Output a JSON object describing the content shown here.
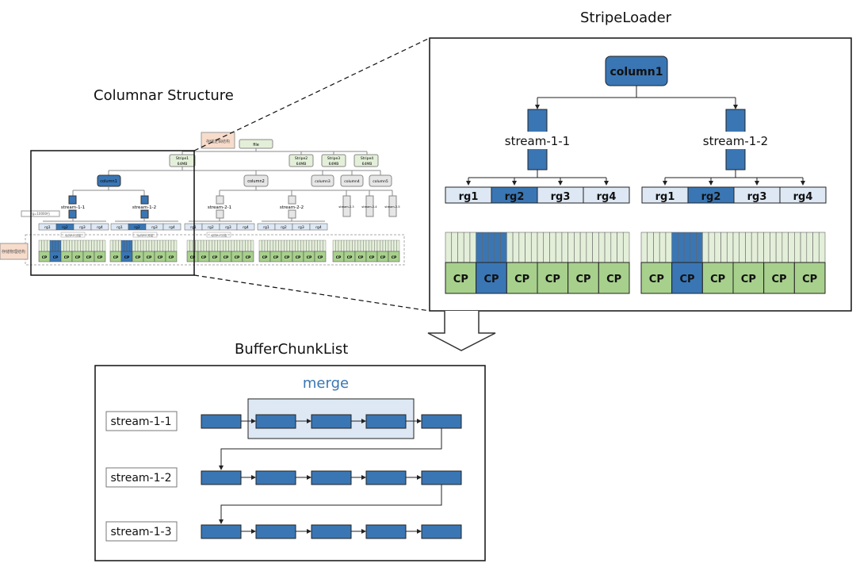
{
  "titles": {
    "columnar": "Columnar Structure",
    "loader": "StripeLoader",
    "buffer": "BufferChunkList"
  },
  "colors": {
    "blue": "#3a76b4",
    "light_blue": "#dde8f4",
    "green": "#a8d08d",
    "light_green": "#e4efd9",
    "gray": "#e6e6e6",
    "pink": "#f8dccb",
    "merge_text": "#3a76b4",
    "merge_bg": "#dde8f4"
  },
  "columnar": {
    "logic_label": "存储逻辑结构",
    "physical_label": "存储物理结构",
    "file": "file",
    "stripes": [
      {
        "name": "Stripe1",
        "size": "64MB"
      },
      {
        "name": "Stripe2",
        "size": "64MB"
      },
      {
        "name": "Stripe3",
        "size": "64MB"
      },
      {
        "name": "Stripe4",
        "size": "64MB"
      }
    ],
    "columns": [
      "column1",
      "column2",
      "column3",
      "column4",
      "column5"
    ],
    "streams": [
      "stream-1-1",
      "stream-1-2",
      "stream-2-1",
      "stream-2-2",
      "stream-2-3",
      "stream-2-4",
      "stream-2-5"
    ],
    "rg_note": "rg=10000行",
    "rg_groups_label": "rg內RLT分组",
    "rgs": [
      "rg1",
      "rg2",
      "rg3",
      "rg4"
    ],
    "cp": "CP"
  },
  "loader": {
    "column": "column1",
    "streams": [
      {
        "name": "stream-1-1",
        "rgs": [
          "rg1",
          "rg2",
          "rg3",
          "rg4"
        ],
        "selected_rg": "rg2",
        "cps": [
          "CP",
          "CP",
          "CP",
          "CP",
          "CP",
          "CP"
        ],
        "selected_cp_index": 1
      },
      {
        "name": "stream-1-2",
        "rgs": [
          "rg1",
          "rg2",
          "rg3",
          "rg4"
        ],
        "selected_rg": "rg2",
        "cps": [
          "CP",
          "CP",
          "CP",
          "CP",
          "CP",
          "CP"
        ],
        "selected_cp_index": 1
      }
    ]
  },
  "buffer": {
    "merge_label": "merge",
    "rows": [
      {
        "label": "stream-1-1",
        "chunks": 5,
        "merged": [
          1,
          2,
          3
        ]
      },
      {
        "label": "stream-1-2",
        "chunks": 5,
        "merged": []
      },
      {
        "label": "stream-1-3",
        "chunks": 5,
        "merged": []
      }
    ]
  }
}
